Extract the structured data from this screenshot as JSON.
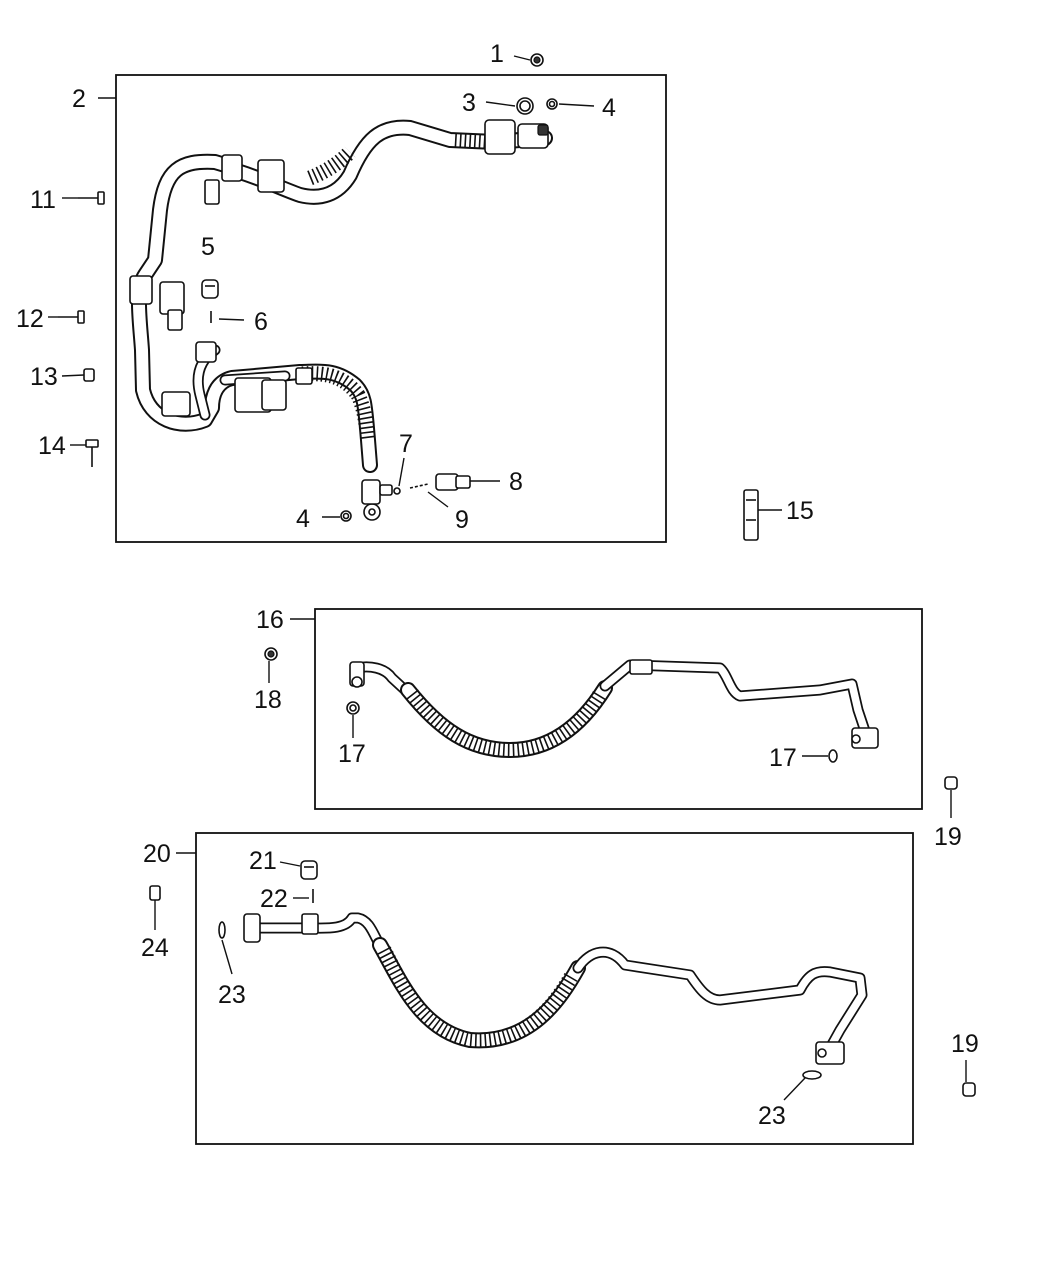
{
  "callouts": [
    {
      "id": "1",
      "label": "1"
    },
    {
      "id": "2",
      "label": "2"
    },
    {
      "id": "3",
      "label": "3"
    },
    {
      "id": "4a",
      "label": "4"
    },
    {
      "id": "4b",
      "label": "4"
    },
    {
      "id": "5",
      "label": "5"
    },
    {
      "id": "6",
      "label": "6"
    },
    {
      "id": "7",
      "label": "7"
    },
    {
      "id": "8",
      "label": "8"
    },
    {
      "id": "9",
      "label": "9"
    },
    {
      "id": "11",
      "label": "11"
    },
    {
      "id": "12",
      "label": "12"
    },
    {
      "id": "13",
      "label": "13"
    },
    {
      "id": "14",
      "label": "14"
    },
    {
      "id": "15",
      "label": "15"
    },
    {
      "id": "16",
      "label": "16"
    },
    {
      "id": "17a",
      "label": "17"
    },
    {
      "id": "17b",
      "label": "17"
    },
    {
      "id": "18",
      "label": "18"
    },
    {
      "id": "19a",
      "label": "19"
    },
    {
      "id": "19b",
      "label": "19"
    },
    {
      "id": "20",
      "label": "20"
    },
    {
      "id": "21",
      "label": "21"
    },
    {
      "id": "22",
      "label": "22"
    },
    {
      "id": "23a",
      "label": "23"
    },
    {
      "id": "23b",
      "label": "23"
    },
    {
      "id": "24",
      "label": "24"
    }
  ]
}
